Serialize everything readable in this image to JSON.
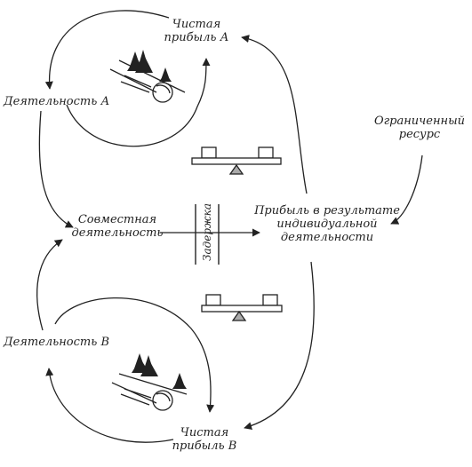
{
  "nodes": {
    "net_profit_a_line1": "Чистая",
    "net_profit_a_line2": "прибыль А",
    "activity_a": "Деятельность А",
    "limited_resource_line1": "Ограниченный",
    "limited_resource_line2": "ресурс",
    "joint_activity_line1": "Совместная",
    "joint_activity_line2": "деятельность",
    "individual_profit_line1": "Прибыль в результате",
    "individual_profit_line2": "индивидуальной",
    "individual_profit_line3": "деятельности",
    "activity_b": "Деятельность В",
    "net_profit_b_line1": "Чистая",
    "net_profit_b_line2": "прибыль В"
  },
  "delay_label": "Задержка",
  "colors": {
    "ink": "#222222",
    "background": "#ffffff"
  },
  "icons": [
    "balance-scale-icon",
    "snowball-hill-icon",
    "pine-trees-icon"
  ]
}
